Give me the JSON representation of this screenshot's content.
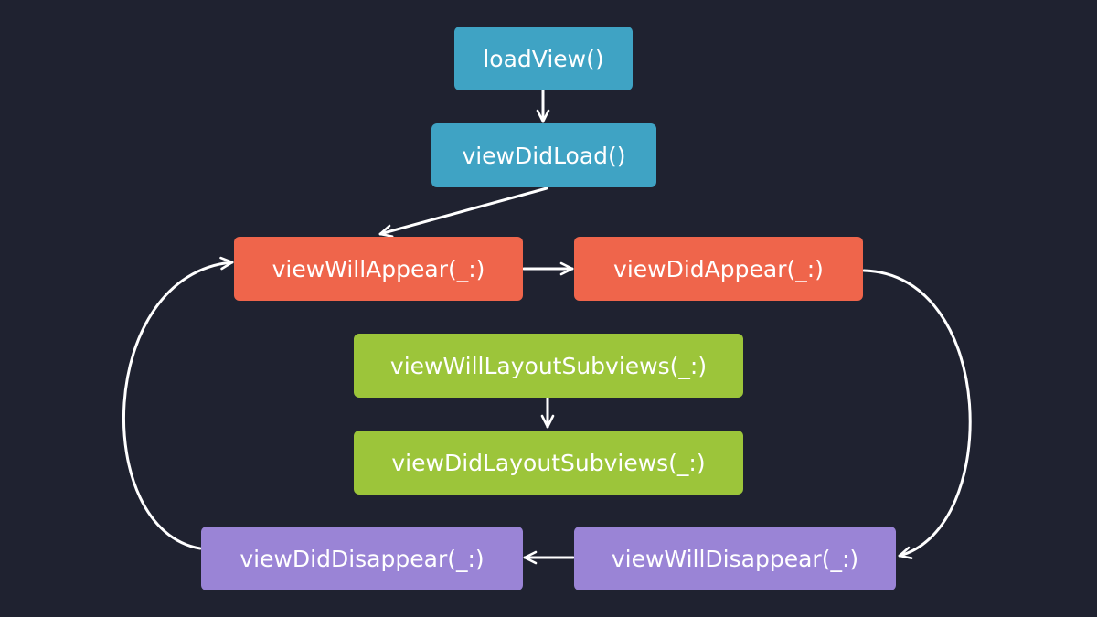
{
  "diagram": {
    "nodes": {
      "load_view": {
        "label": "loadView()",
        "color": "#3fa3c4"
      },
      "view_did_load": {
        "label": "viewDidLoad()",
        "color": "#3fa3c4"
      },
      "view_will_appear": {
        "label": "viewWillAppear(_:)",
        "color": "#ef654b"
      },
      "view_did_appear": {
        "label": "viewDidAppear(_:)",
        "color": "#ef654b"
      },
      "view_will_layout_subviews": {
        "label": "viewWillLayoutSubviews(_:)",
        "color": "#9cc53a"
      },
      "view_did_layout_subviews": {
        "label": "viewDidLayoutSubviews(_:)",
        "color": "#9cc53a"
      },
      "view_did_disappear": {
        "label": "viewDidDisappear(_:)",
        "color": "#9a84d6"
      },
      "view_will_disappear": {
        "label": "viewWillDisappear(_:)",
        "color": "#9a84d6"
      }
    },
    "edges": [
      {
        "from": "load_view",
        "to": "view_did_load"
      },
      {
        "from": "view_did_load",
        "to": "view_will_appear"
      },
      {
        "from": "view_will_appear",
        "to": "view_did_appear"
      },
      {
        "from": "view_did_appear",
        "to": "view_will_disappear"
      },
      {
        "from": "view_will_disappear",
        "to": "view_did_disappear"
      },
      {
        "from": "view_did_disappear",
        "to": "view_will_appear"
      },
      {
        "from": "view_will_layout_subviews",
        "to": "view_did_layout_subviews"
      }
    ],
    "background_color": "#1f2230",
    "connector_color": "#ffffff"
  }
}
